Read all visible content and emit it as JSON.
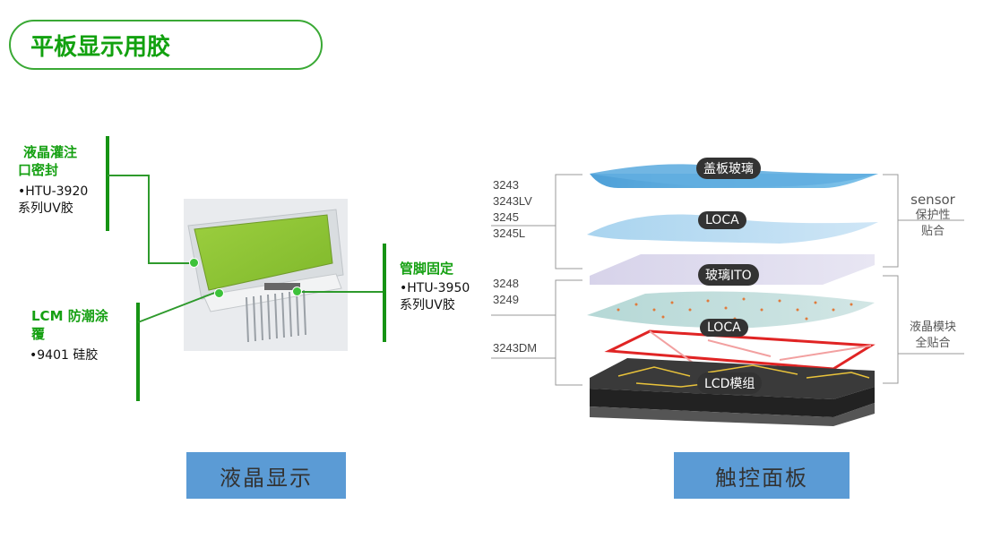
{
  "title": "平板显示用胶",
  "left": {
    "callout1": {
      "heading_line1": "液晶灌注",
      "heading_line2": "口密封",
      "product_line1": "•HTU-3920",
      "product_line2": "系列UV胶"
    },
    "callout2": {
      "heading_line1": "LCM 防潮涂",
      "heading_line2": "覆",
      "product": "•9401 硅胶"
    },
    "callout3": {
      "heading": "管脚固定",
      "product_line1": "•HTU-3950",
      "product_line2": "系列UV胶"
    },
    "button": "液晶显示"
  },
  "right": {
    "codes_top": [
      "3243",
      "3243LV",
      "3245",
      "3245L"
    ],
    "codes_mid": [
      "3248",
      "3249"
    ],
    "code_bottom": "3243DM",
    "layers": [
      "盖板玻璃",
      "LOCA",
      "玻璃ITO",
      "LOCA",
      "LCD模组"
    ],
    "sensor_label": "sensor",
    "sensor_sub1": "保护性",
    "sensor_sub2": "贴合",
    "lcd_label1": "液晶模块",
    "lcd_label2": "全贴合",
    "button": "触控面板"
  }
}
